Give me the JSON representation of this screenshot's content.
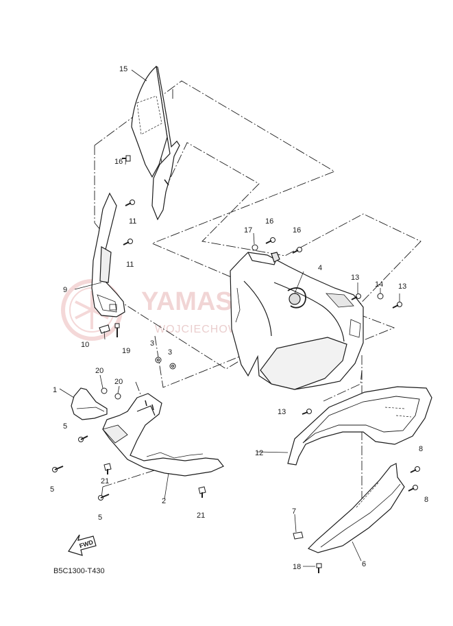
{
  "watermark": {
    "brand": "YAMASKLEP.PL",
    "subtitle": "WOJCIECHOWSKI DEALER YAMAHA",
    "logo": "yamaha-tuning-fork-logo",
    "color": "#e7b3b3"
  },
  "fwd_label": "FWD",
  "diagram_code": "B5C1300-T430",
  "callouts": [
    {
      "id": "c15",
      "label": "15"
    },
    {
      "id": "c16a",
      "label": "16"
    },
    {
      "id": "c11a",
      "label": "11"
    },
    {
      "id": "c11b",
      "label": "11"
    },
    {
      "id": "c9",
      "label": "9"
    },
    {
      "id": "c10",
      "label": "10"
    },
    {
      "id": "c19",
      "label": "19"
    },
    {
      "id": "c17",
      "label": "17"
    },
    {
      "id": "c16b",
      "label": "16"
    },
    {
      "id": "c16c",
      "label": "16"
    },
    {
      "id": "c4",
      "label": "4"
    },
    {
      "id": "c13a",
      "label": "13"
    },
    {
      "id": "c14",
      "label": "14"
    },
    {
      "id": "c13b",
      "label": "13"
    },
    {
      "id": "c3a",
      "label": "3"
    },
    {
      "id": "c3b",
      "label": "3"
    },
    {
      "id": "c20a",
      "label": "20"
    },
    {
      "id": "c20b",
      "label": "20"
    },
    {
      "id": "c1",
      "label": "1"
    },
    {
      "id": "c5a",
      "label": "5"
    },
    {
      "id": "c5b",
      "label": "5"
    },
    {
      "id": "c21a",
      "label": "21"
    },
    {
      "id": "c5c",
      "label": "5"
    },
    {
      "id": "c2",
      "label": "2"
    },
    {
      "id": "c21b",
      "label": "21"
    },
    {
      "id": "c13c",
      "label": "13"
    },
    {
      "id": "c12",
      "label": "12"
    },
    {
      "id": "c8a",
      "label": "8"
    },
    {
      "id": "c8b",
      "label": "8"
    },
    {
      "id": "c7",
      "label": "7"
    },
    {
      "id": "c18",
      "label": "18"
    },
    {
      "id": "c6",
      "label": "6"
    }
  ],
  "colors": {
    "line": "#1a1a1a",
    "fill": "#ffffff",
    "shade": "#e6e6e6",
    "watermark": "#e7b3b3"
  }
}
